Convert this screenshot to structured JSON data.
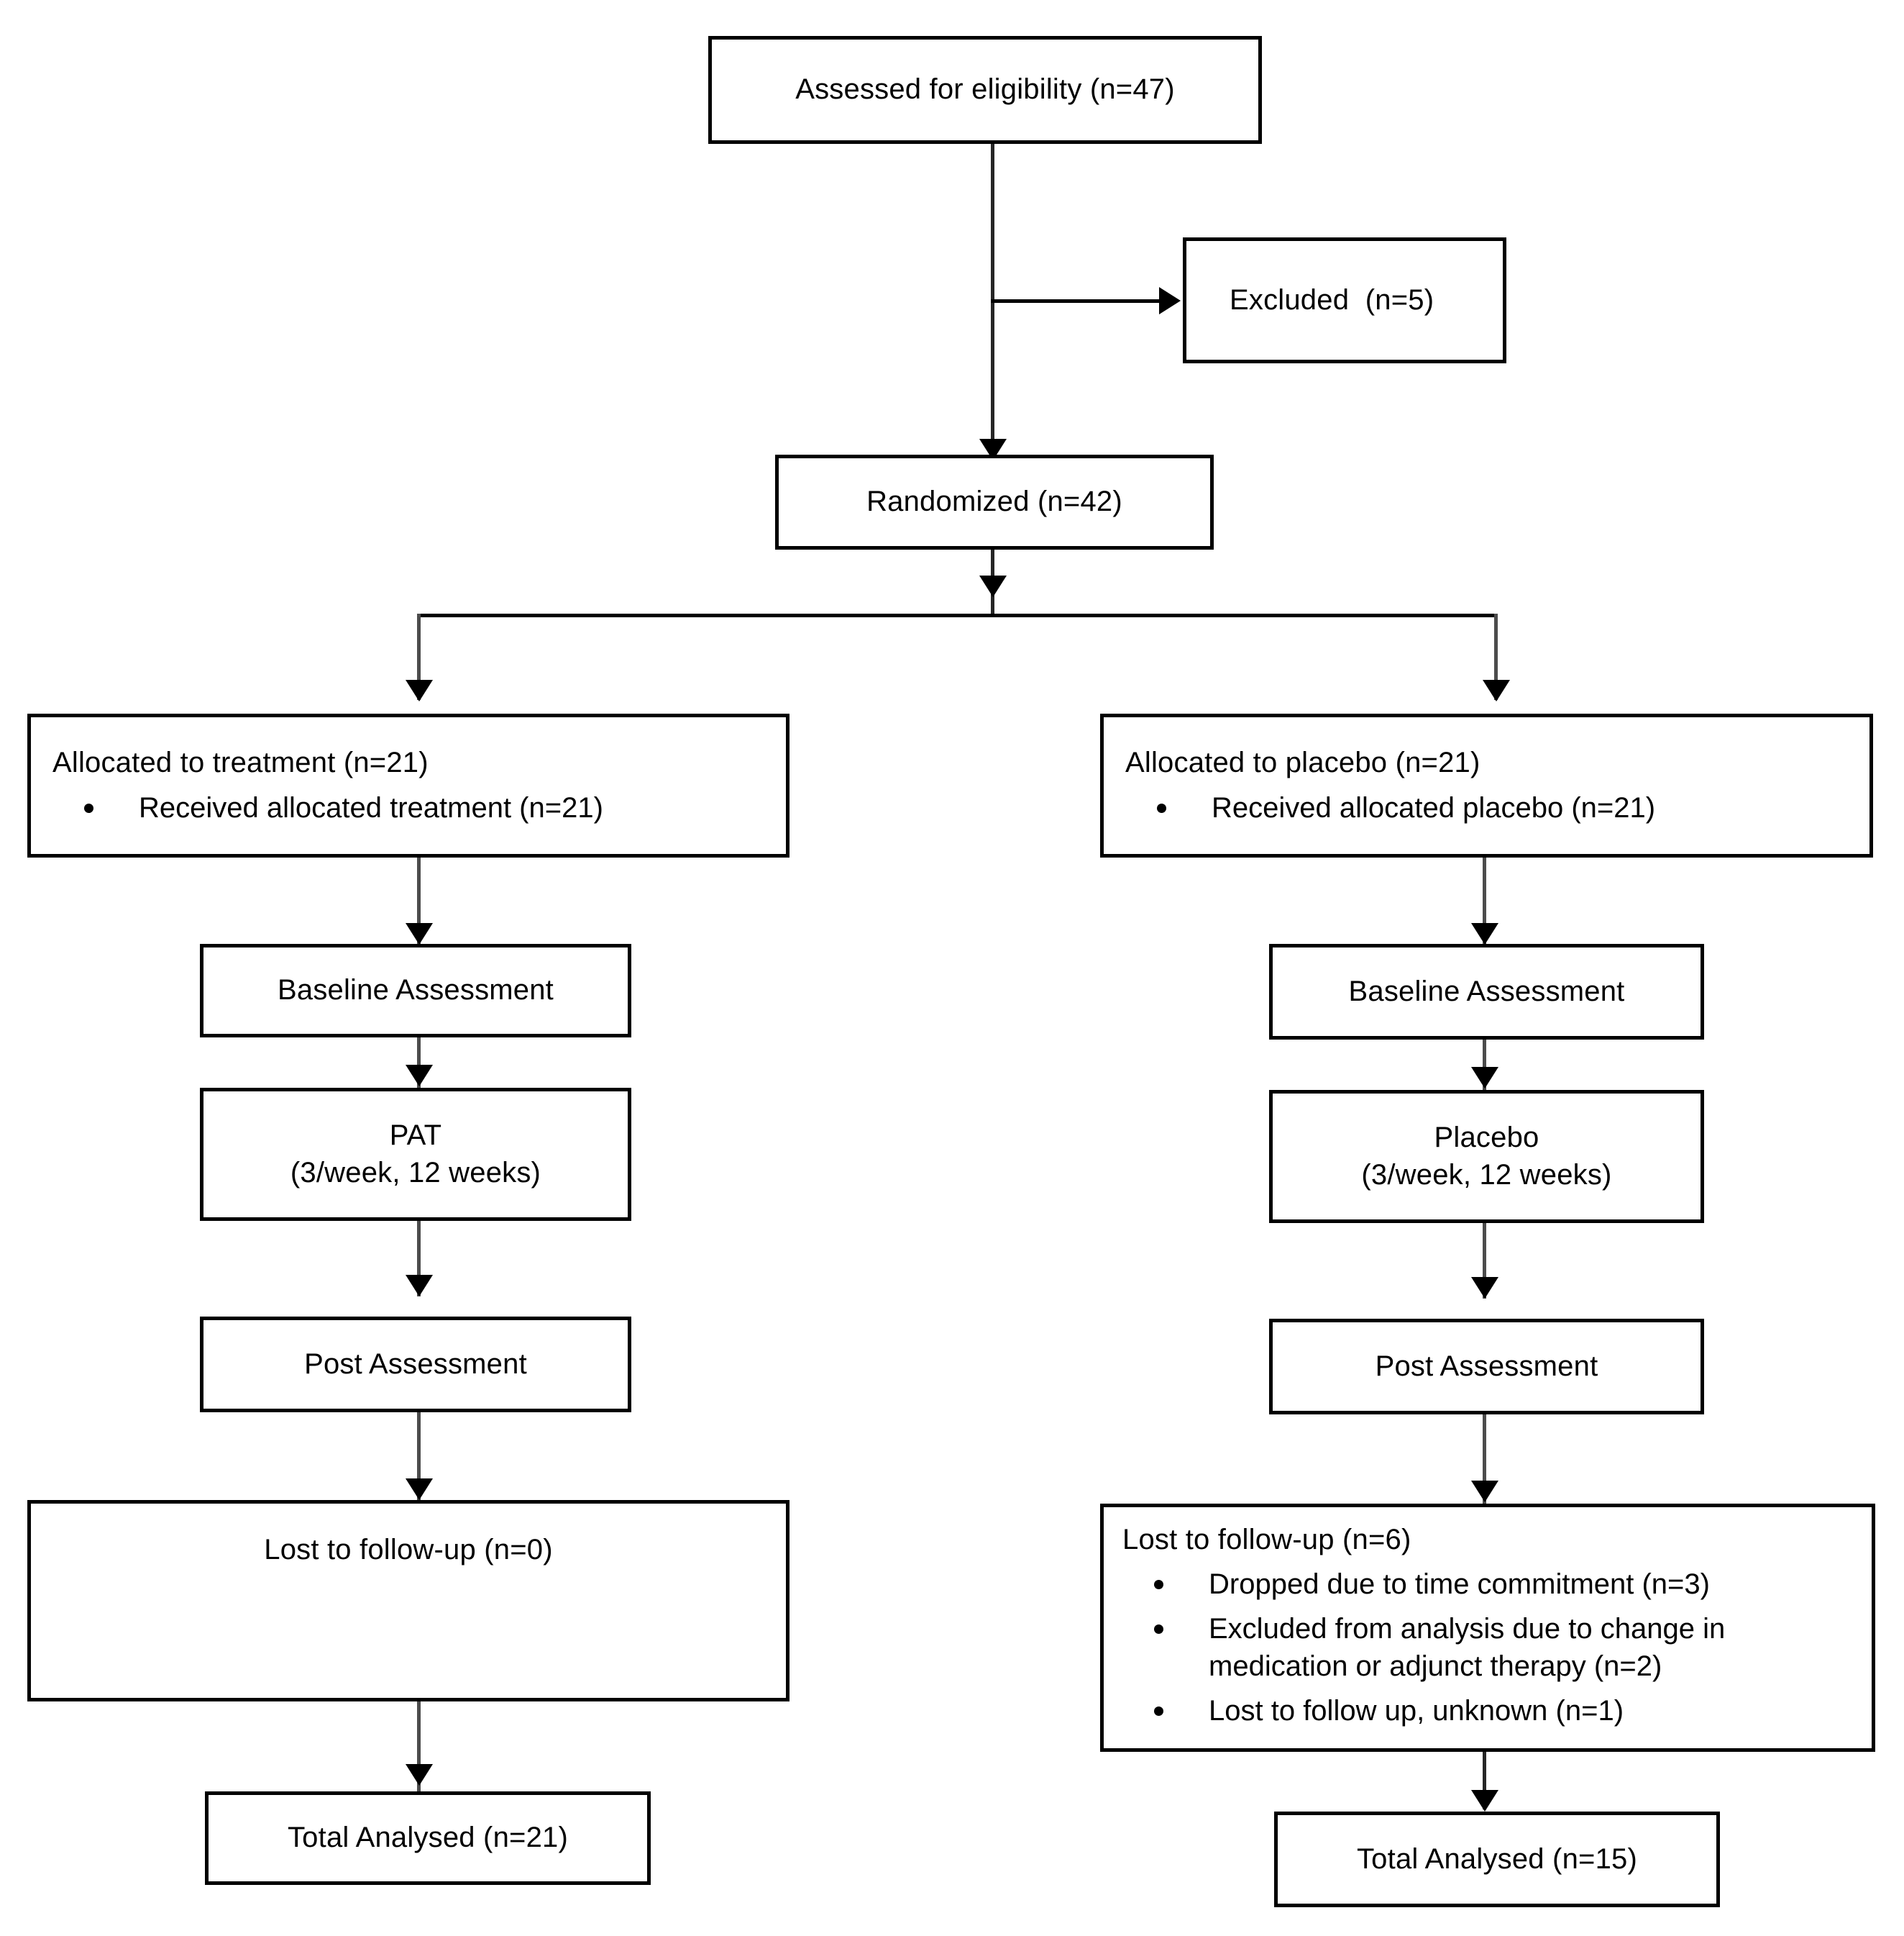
{
  "diagram": {
    "type": "consort-flow-diagram",
    "nodes": {
      "assessed": {
        "text": "Assessed for eligibility (n=47)"
      },
      "excluded": {
        "text": "Excluded  (n=5)"
      },
      "randomized": {
        "text": "Randomized (n=42)"
      },
      "alloc_treatment": {
        "heading": "Allocated to treatment (n=21)",
        "bullets": [
          "Received allocated treatment (n=21)"
        ]
      },
      "alloc_placebo": {
        "heading": "Allocated to placebo (n=21)",
        "bullets": [
          "Received allocated placebo (n=21)"
        ]
      },
      "baseline_left": {
        "text": "Baseline Assessment"
      },
      "baseline_right": {
        "text": "Baseline Assessment"
      },
      "intervention_left": {
        "line1": "PAT",
        "line2": "(3/week, 12 weeks)"
      },
      "intervention_right": {
        "line1": "Placebo",
        "line2": "(3/week, 12 weeks)"
      },
      "post_left": {
        "text": "Post Assessment"
      },
      "post_right": {
        "text": "Post Assessment"
      },
      "lost_left": {
        "heading": "Lost to follow-up (n=0)",
        "bullets": []
      },
      "lost_right": {
        "heading": "Lost to follow-up (n=6)",
        "bullets": [
          "Dropped due to time commitment (n=3)",
          "Excluded from analysis due to change in medication or adjunct therapy (n=2)",
          "Lost to follow up, unknown (n=1)"
        ]
      },
      "analysed_left": {
        "text": "Total Analysed (n=21)"
      },
      "analysed_right": {
        "text": "Total Analysed (n=15)"
      }
    },
    "colors": {
      "border": "#000000",
      "connector": "#4c4c4c",
      "background": "#ffffff",
      "text": "#000000"
    }
  }
}
